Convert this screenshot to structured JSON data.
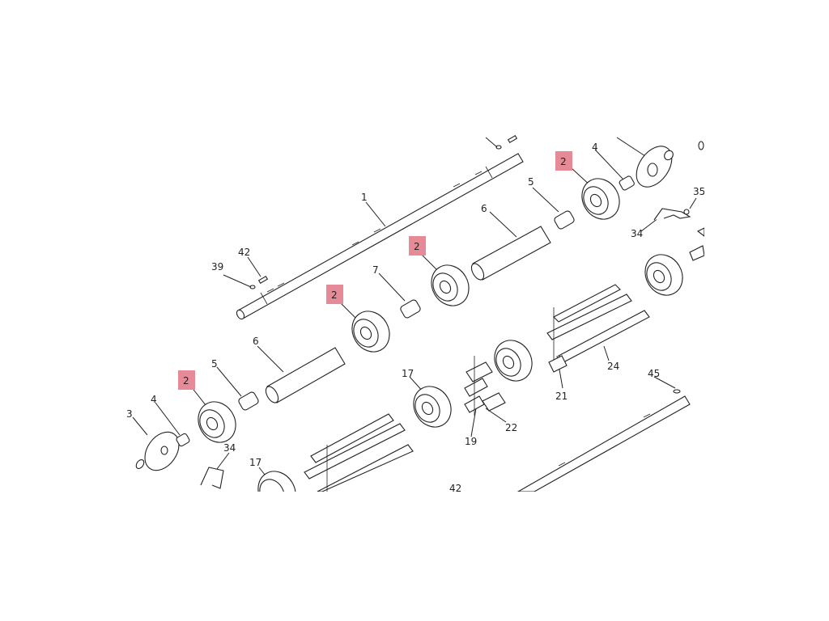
{
  "callouts": [
    {
      "id": "shaft-1",
      "label": "1"
    },
    {
      "id": "gear-2a",
      "label": "2",
      "highlight": true
    },
    {
      "id": "gear-2b",
      "label": "2",
      "highlight": true
    },
    {
      "id": "gear-2c",
      "label": "2",
      "highlight": true
    },
    {
      "id": "gear-2d",
      "label": "2",
      "highlight": true
    },
    {
      "id": "plate-3",
      "label": "3"
    },
    {
      "id": "bush-4a",
      "label": "4"
    },
    {
      "id": "bush-4b",
      "label": "4"
    },
    {
      "id": "spacer-5a",
      "label": "5"
    },
    {
      "id": "spacer-5b",
      "label": "5"
    },
    {
      "id": "roller-6a",
      "label": "6"
    },
    {
      "id": "roller-6b",
      "label": "6"
    },
    {
      "id": "spacer-7",
      "label": "7"
    },
    {
      "id": "gear-17a",
      "label": "17"
    },
    {
      "id": "gear-17b",
      "label": "17"
    },
    {
      "id": "clip-19",
      "label": "19"
    },
    {
      "id": "bracket-21",
      "label": "21"
    },
    {
      "id": "plate-22",
      "label": "22"
    },
    {
      "id": "guide-24",
      "label": "24"
    },
    {
      "id": "bracket-34a",
      "label": "34"
    },
    {
      "id": "bracket-34b",
      "label": "34"
    },
    {
      "id": "screw-35",
      "label": "35"
    },
    {
      "id": "pin-39",
      "label": "39"
    },
    {
      "id": "pin-42a",
      "label": "42"
    },
    {
      "id": "pin-42b",
      "label": "42"
    },
    {
      "id": "pin-45",
      "label": "45"
    }
  ],
  "colors": {
    "highlight": "#e58a96",
    "line": "#222222"
  }
}
